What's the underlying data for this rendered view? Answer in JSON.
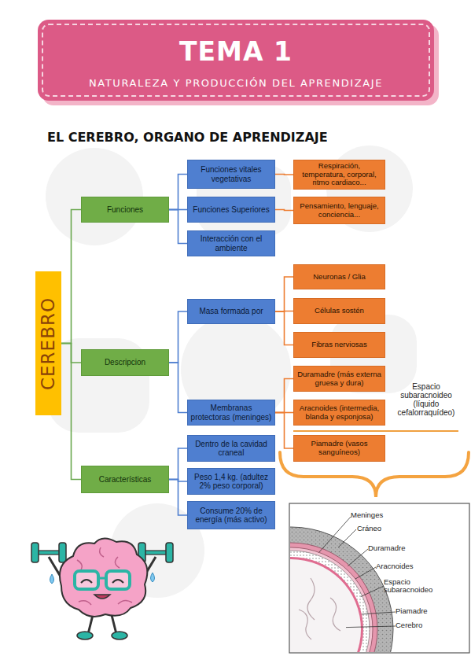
{
  "diagram": {
    "title": "EL CEREBRO, ORGANO DE APRENDIZAJE",
    "nodes": [
      {
        "text": [
          "TEMA 1",
          "NATURALEZA Y PRODUCCIÓN DEL APRENDIZAJE"
        ]
      },
      {
        "text": [
          "CEREBRO"
        ]
      },
      {
        "text": [
          "Funciones"
        ]
      },
      {
        "text": [
          "Funciones vitales vegetativas"
        ]
      },
      {
        "text": [
          "Respiración, temperatura, corporal, ritmo cardiaco..."
        ]
      },
      {
        "text": [
          "Funciones Superiores"
        ]
      },
      {
        "text": [
          "Pensamiento, lenguaje, conciencia..."
        ]
      },
      {
        "text": [
          "Interacción con el ambiente"
        ]
      },
      {
        "text": [
          "Descripcion"
        ]
      },
      {
        "text": [
          "Masa formada por"
        ]
      },
      {
        "text": [
          "Neuronas / Glia"
        ]
      },
      {
        "text": [
          "Células sostén"
        ]
      },
      {
        "text": [
          "Fibras nerviosas"
        ]
      },
      {
        "text": [
          "Membranas protectoras (meninges)"
        ]
      },
      {
        "text": [
          "Duramadre (más externa gruesa y dura)"
        ]
      },
      {
        "text": [
          "Aracnoides (intermedia, blanda y esponjosa)"
        ]
      },
      {
        "text": [
          "Piamadre (vasos sanguíneos)"
        ]
      },
      {
        "text": [
          "Características"
        ]
      },
      {
        "text": [
          "Dentro de la cavidad craneal"
        ]
      },
      {
        "text": [
          "Peso 1,4 kg. (adultez 2% peso corporal)"
        ]
      },
      {
        "text": [
          "Consume 20% de energía (más activo)"
        ]
      }
    ],
    "edges": [
      {
        "from": 1,
        "to": 2,
        "arrow": "none"
      },
      {
        "from": 1,
        "to": 8,
        "arrow": "none"
      },
      {
        "from": 1,
        "to": 17,
        "arrow": "none"
      },
      {
        "from": 2,
        "to": 3,
        "arrow": "none"
      },
      {
        "from": 2,
        "to": 5,
        "arrow": "none"
      },
      {
        "from": 2,
        "to": 7,
        "arrow": "none"
      },
      {
        "from": 3,
        "to": 4,
        "arrow": "none"
      },
      {
        "from": 5,
        "to": 6,
        "arrow": "none"
      },
      {
        "from": 8,
        "to": 9,
        "arrow": "none"
      },
      {
        "from": 8,
        "to": 13,
        "arrow": "none"
      },
      {
        "from": 9,
        "to": 10,
        "arrow": "none"
      },
      {
        "from": 9,
        "to": 11,
        "arrow": "none"
      },
      {
        "from": 9,
        "to": 12,
        "arrow": "none"
      },
      {
        "from": 13,
        "to": 14,
        "arrow": "none"
      },
      {
        "from": 13,
        "to": 15,
        "arrow": "none"
      },
      {
        "from": 13,
        "to": 16,
        "arrow": "none"
      },
      {
        "from": 17,
        "to": 18,
        "arrow": "none"
      },
      {
        "from": 17,
        "to": 19,
        "arrow": "none"
      },
      {
        "from": 17,
        "to": 20,
        "arrow": "none"
      }
    ],
    "labels": [
      "Espacio subaracnoideo (líquido cefalorraquídeo)",
      "Meninges",
      "Cráneo",
      "Duramadre",
      "Aracnoides",
      "Espacio subaracnoideo",
      "Piamadre",
      "Cerebro"
    ]
  }
}
